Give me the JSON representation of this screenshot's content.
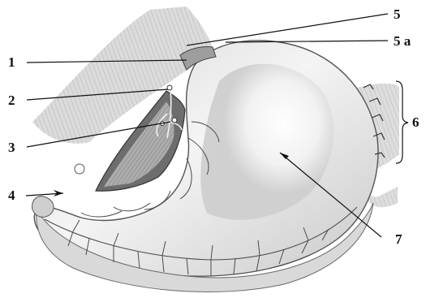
{
  "figure": {
    "labels": {
      "l1": "1",
      "l2": "2",
      "l3": "3",
      "l4": "4",
      "l5": "5",
      "l5a": "5 a",
      "l6": "6",
      "l7": "7"
    }
  }
}
